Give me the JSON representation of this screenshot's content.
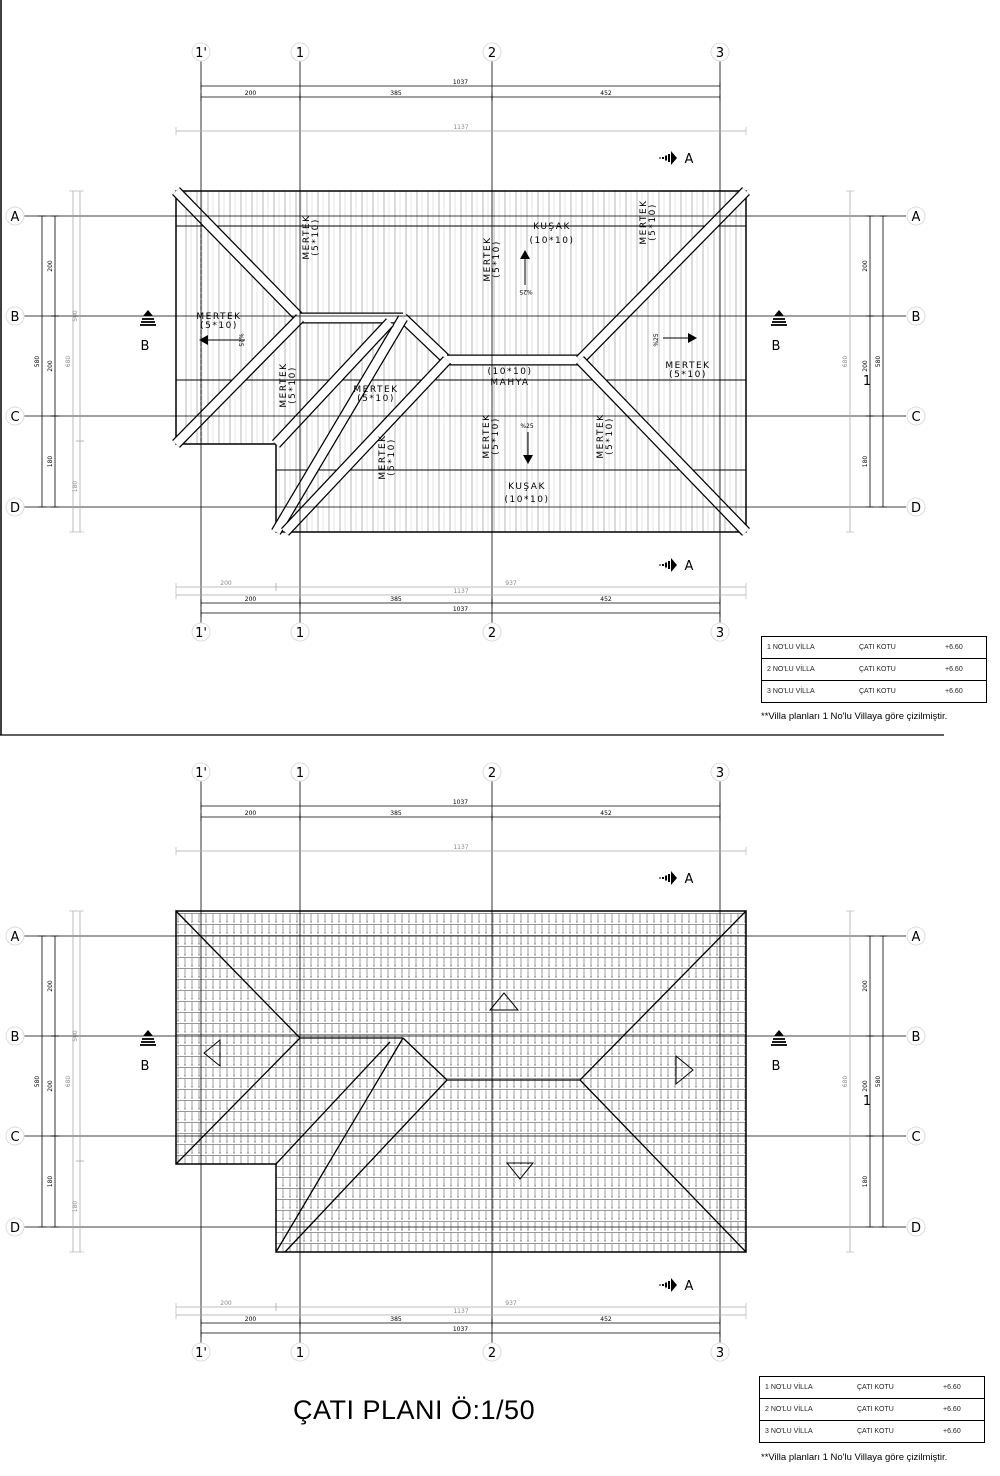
{
  "grid": {
    "columns": [
      "1'",
      "1",
      "2",
      "3"
    ],
    "rows": [
      "A",
      "B",
      "C",
      "D"
    ]
  },
  "dimensions": {
    "overall_axis": "1037",
    "axis_segments": [
      "200",
      "385",
      "452"
    ],
    "overall_roof": "1137",
    "bottom_segments": [
      "200",
      "937"
    ],
    "left_total": "580",
    "left_segments": [
      "200",
      "200",
      "180"
    ],
    "left_roof": "680",
    "left_roof_segments": [
      "500",
      "180"
    ],
    "right_total": "580",
    "right_segments": [
      "200",
      "200",
      "180"
    ],
    "right_roof": "680",
    "right_mark": "1"
  },
  "sections": {
    "a": "A",
    "b": "B"
  },
  "labels": {
    "mertek": "MERTEK",
    "mertek_size": "(5*10)",
    "kusak": "KUŞAK",
    "kusak_size": "(10*10)",
    "mahya": "MAHYA",
    "mahya_size": "(10*10)",
    "slope": "%25"
  },
  "tables": [
    {
      "rows": [
        {
          "villa": "1 NO'LU VİLLA",
          "label": "ÇATI KOTU",
          "value": "+6.60"
        },
        {
          "villa": "2 NO'LU VİLLA",
          "label": "ÇATI KOTU",
          "value": "+6.60"
        },
        {
          "villa": "3 NO'LU VİLLA",
          "label": "ÇATI KOTU",
          "value": "+6.60"
        }
      ]
    },
    {
      "rows": [
        {
          "villa": "1 NO'LU VİLLA",
          "label": "ÇATI KOTU",
          "value": "+6.60"
        },
        {
          "villa": "2 NO'LU VİLLA",
          "label": "ÇATI KOTU",
          "value": "+6.60"
        },
        {
          "villa": "3 NO'LU VİLLA",
          "label": "ÇATI KOTU",
          "value": "+6.60"
        }
      ]
    }
  ],
  "note": "**Villa planları 1 No'lu Villaya göre çizilmiştir.",
  "title": "ÇATI  PLANI Ö:1/50"
}
